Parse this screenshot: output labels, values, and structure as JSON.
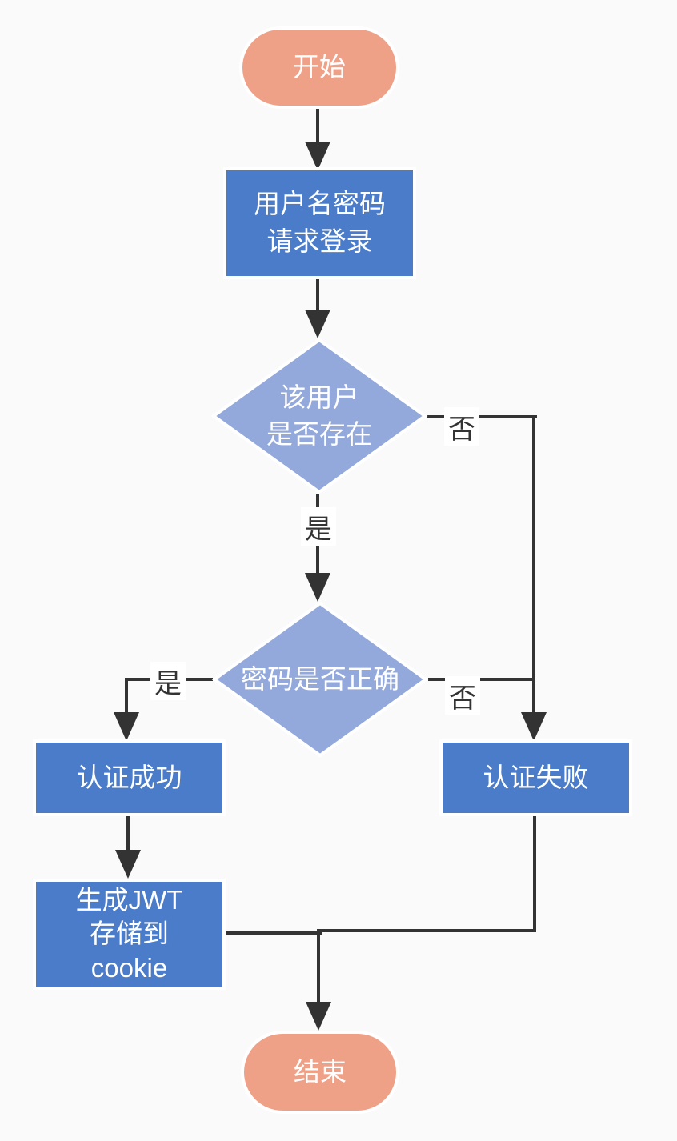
{
  "diagram": {
    "title": "JWT login authentication flowchart",
    "colors": {
      "background": "#FAFAFA",
      "terminal": "#EFA188",
      "process": "#4A7CC9",
      "decision": "#93A8DB",
      "line": "#333333",
      "node_text": "#FFFFFF"
    },
    "nodes": {
      "start": {
        "type": "terminal",
        "label": "开始"
      },
      "login_request": {
        "type": "process",
        "lines": [
          "用户名密码",
          "请求登录"
        ]
      },
      "user_exists": {
        "type": "decision",
        "lines": [
          "该用户",
          "是否存在"
        ]
      },
      "password_correct": {
        "type": "decision",
        "lines": [
          "密码是否正确"
        ]
      },
      "auth_success": {
        "type": "process",
        "label": "认证成功"
      },
      "auth_failed": {
        "type": "process",
        "label": "认证失败"
      },
      "generate_jwt": {
        "type": "process",
        "lines": [
          "生成JWT",
          "存储到",
          "cookie"
        ]
      },
      "end": {
        "type": "terminal",
        "label": "结束"
      }
    },
    "edge_labels": {
      "user_exists_no": "否",
      "user_exists_yes": "是",
      "password_correct_yes": "是",
      "password_correct_no": "否"
    }
  }
}
